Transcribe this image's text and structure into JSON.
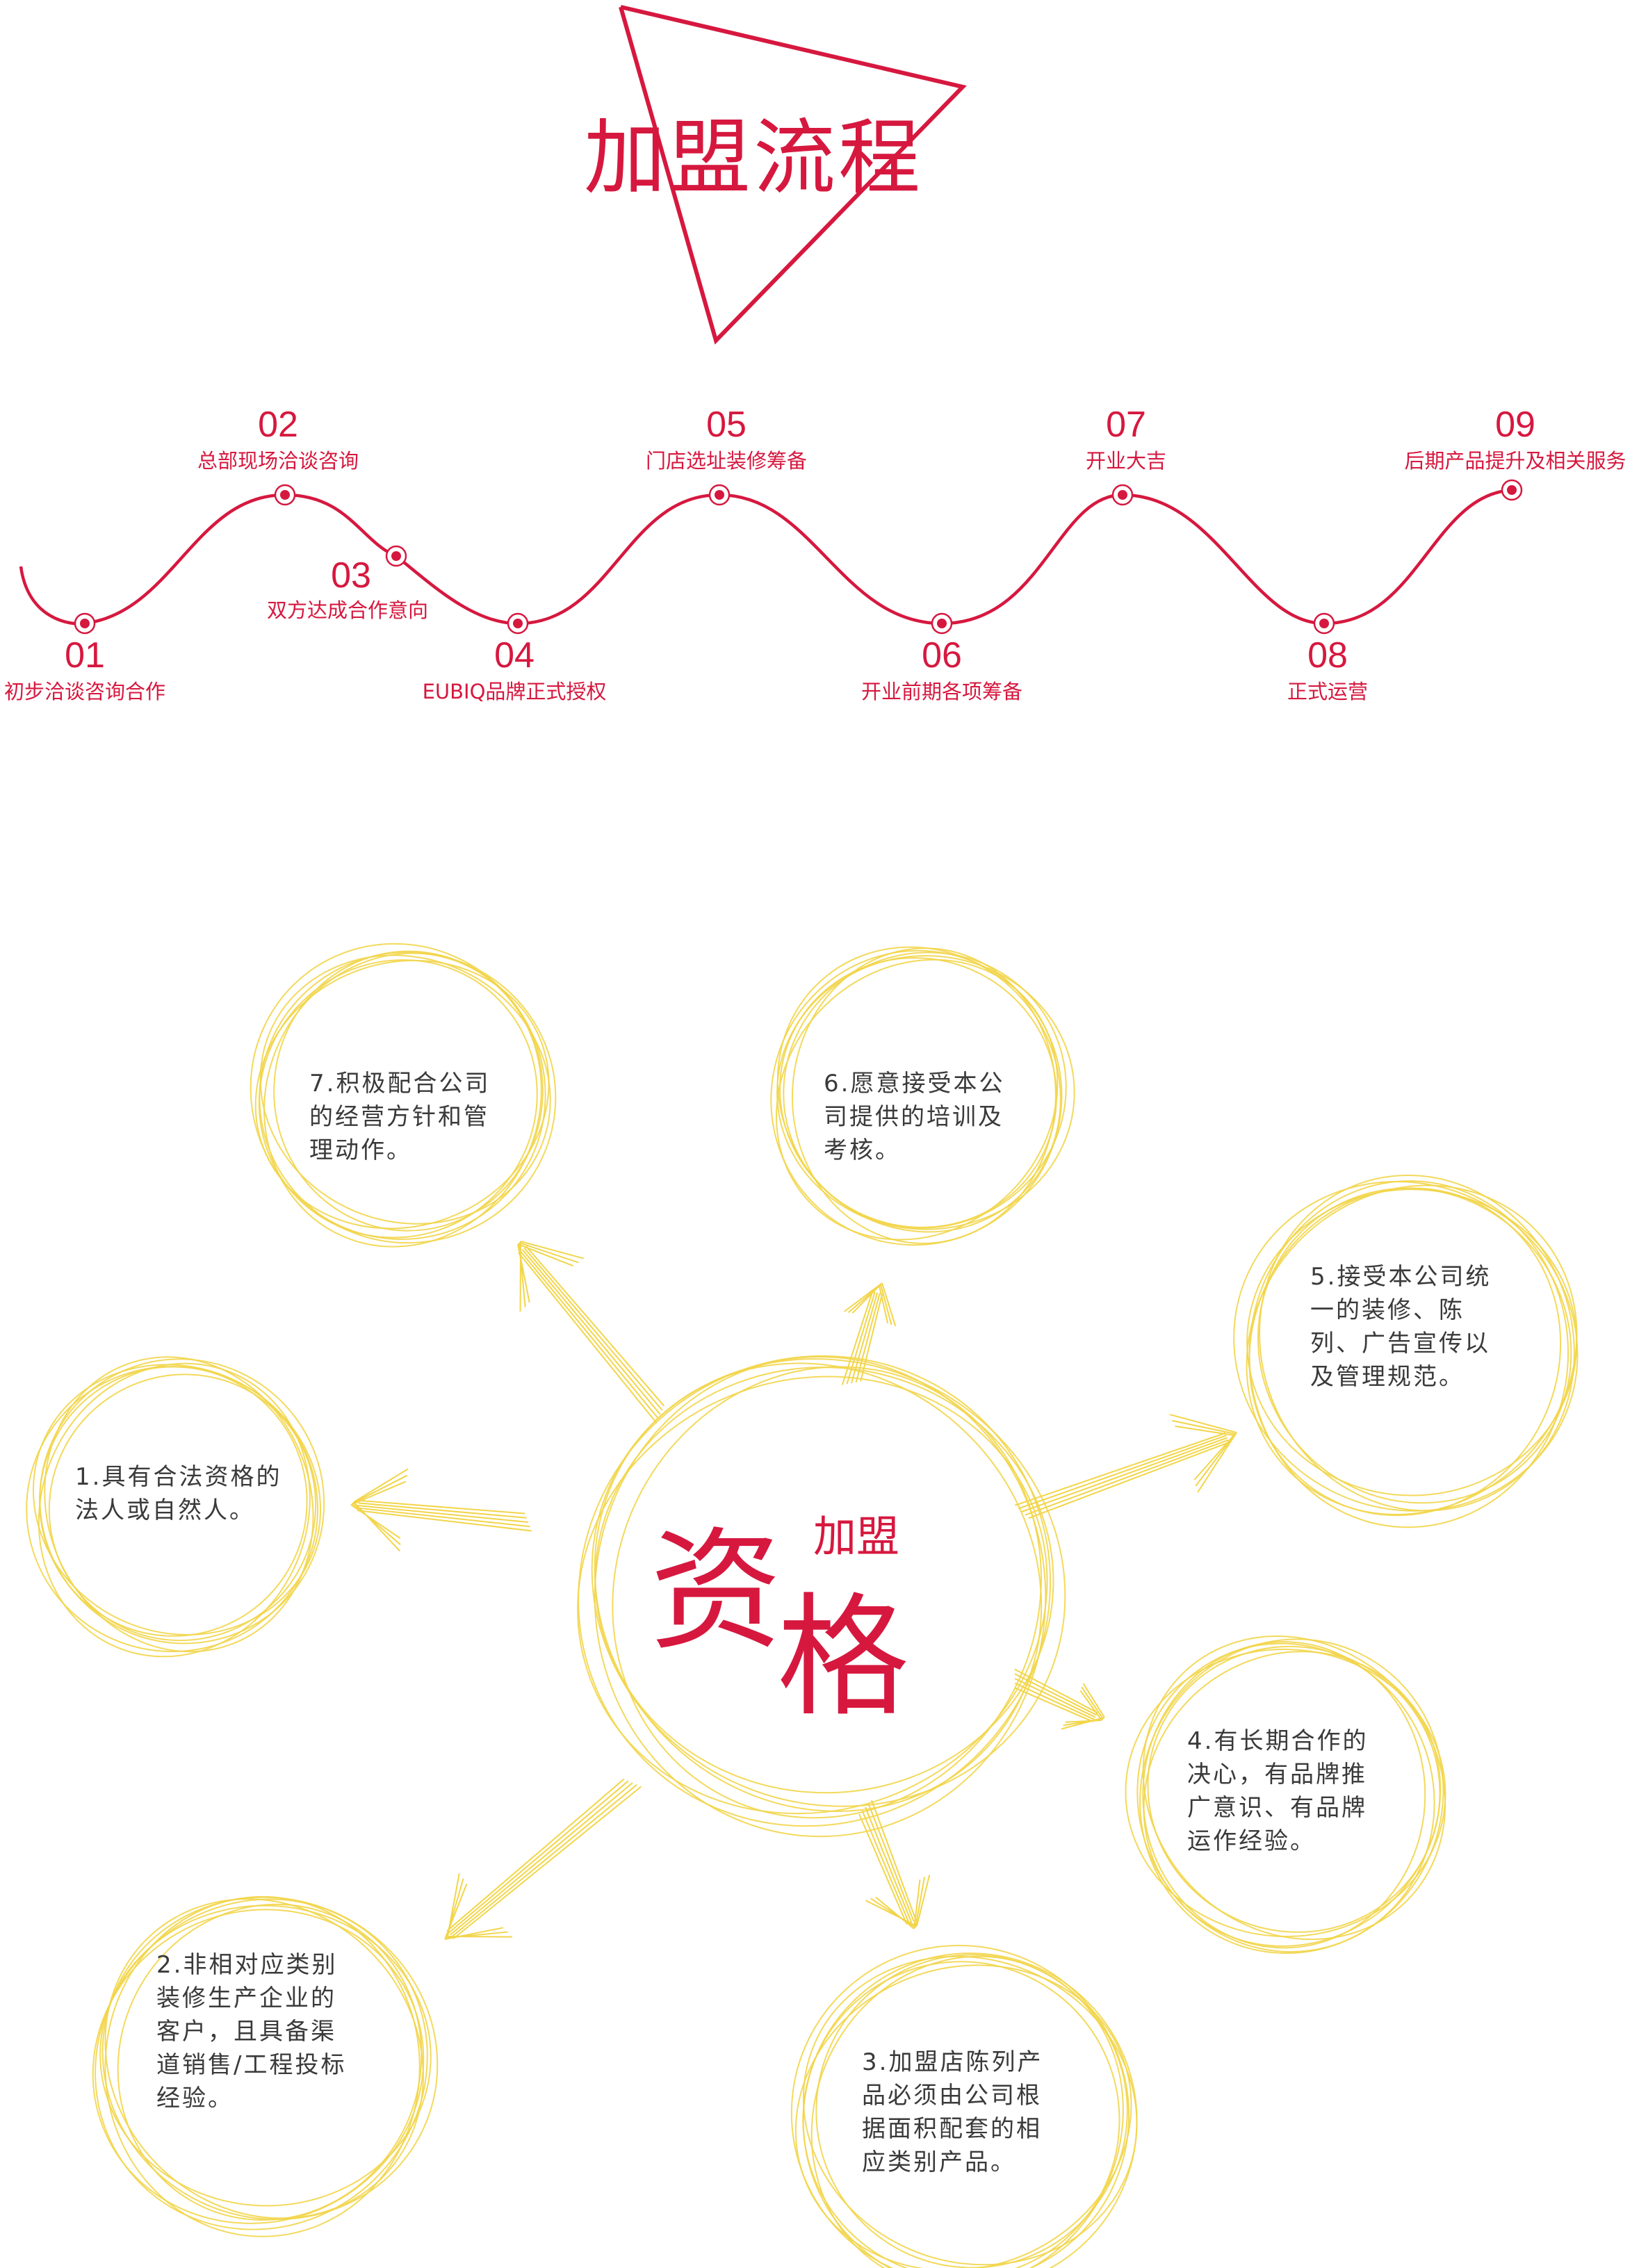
{
  "colors": {
    "accent": "#d6183f",
    "ring": "#f2d54a",
    "text": "#3a3a3a"
  },
  "process": {
    "title": "加盟流程",
    "steps": [
      {
        "num": "01",
        "label": "初步洽谈咨询合作"
      },
      {
        "num": "02",
        "label": "总部现场洽谈咨询"
      },
      {
        "num": "03",
        "label": "双方达成合作意向"
      },
      {
        "num": "04",
        "label": "EUBIQ品牌正式授权"
      },
      {
        "num": "05",
        "label": "门店选址装修筹备"
      },
      {
        "num": "06",
        "label": "开业前期各项筹备"
      },
      {
        "num": "07",
        "label": "开业大吉"
      },
      {
        "num": "08",
        "label": "正式运营"
      },
      {
        "num": "09",
        "label": "后期产品提升及相关服务"
      }
    ]
  },
  "qualification": {
    "center_small": "加盟",
    "center_big_1": "资",
    "center_big_2": "格",
    "items": [
      {
        "lines": [
          "1.具有合法资格的",
          "法人或自然人。"
        ]
      },
      {
        "lines": [
          "2.非相对应类别",
          "装修生产企业的",
          "客户，且具备渠",
          "道销售/工程投标",
          "经验。"
        ]
      },
      {
        "lines": [
          "3.加盟店陈列产",
          "品必须由公司根",
          "据面积配套的相",
          "应类别产品。"
        ]
      },
      {
        "lines": [
          "4.有长期合作的",
          "决心，有品牌推",
          "广意识、有品牌",
          "运作经验。"
        ]
      },
      {
        "lines": [
          "5.接受本公司统",
          "一的装修、陈",
          "列、广告宣传以",
          "及管理规范。"
        ]
      },
      {
        "lines": [
          "6.愿意接受本公",
          "司提供的培训及",
          "考核。"
        ]
      },
      {
        "lines": [
          "7.积极配合公司",
          "的经营方针和管",
          "理动作。"
        ]
      }
    ]
  }
}
